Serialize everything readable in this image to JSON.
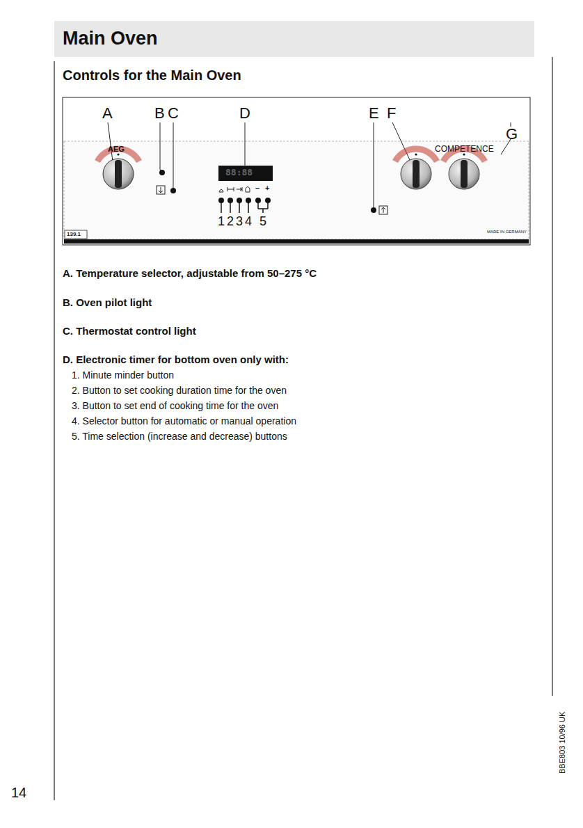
{
  "diagram": {
    "title": "Main Oven",
    "labels": [
      "Controls for the Main Oven",
      "A",
      "B",
      "C",
      "D",
      "E",
      "F",
      "G",
      "AEG",
      "COMPETENCE",
      "88:88",
      "1",
      "2",
      "3",
      "4",
      "5",
      "139.1",
      "MADE IN GERMANY",
      "A. Temperature selector, adjustable from 50–275 °C",
      "B. Oven pilot light",
      "C. Thermostat control light",
      "D. Electronic timer for bottom oven only with:",
      "1. Minute minder button",
      "2. Button to set cooking duration time for the oven",
      "3. Button to set end of cooking time for the oven",
      "4. Selector button for automatic or manual operation",
      "5. Time selection (increase and decrease) buttons",
      "14",
      "BBE803 10/96 UK",
      "–",
      "+"
    ]
  }
}
